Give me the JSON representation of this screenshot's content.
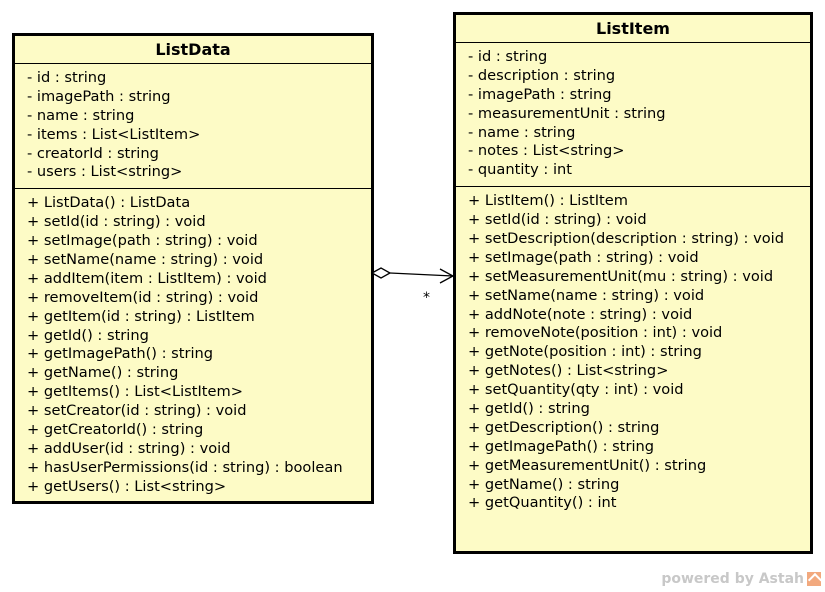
{
  "classes": {
    "listdata": {
      "name": "ListData",
      "attributes": [
        "- id : string",
        "- imagePath : string",
        "- name : string",
        "- items : List<ListItem>",
        "- creatorId : string",
        "- users : List<string>"
      ],
      "operations": [
        "+ ListData() : ListData",
        "+ setId(id : string) : void",
        "+ setImage(path : string) : void",
        "+ setName(name : string) : void",
        "+ addItem(item : ListItem) : void",
        "+ removeItem(id : string) : void",
        "+ getItem(id : string) : ListItem",
        "+ getId() : string",
        "+ getImagePath() : string",
        "+ getName() : string",
        "+ getItems() : List<ListItem>",
        "+ setCreator(id : string) : void",
        "+ getCreatorId() : string",
        "+ addUser(id : string) : void",
        "+ hasUserPermissions(id : string) : boolean",
        "+ getUsers() : List<string>"
      ]
    },
    "listitem": {
      "name": "ListItem",
      "attributes": [
        "- id : string",
        "- description : string",
        "- imagePath : string",
        "- measurementUnit : string",
        "- name : string",
        "- notes : List<string>",
        "- quantity : int"
      ],
      "operations": [
        "+ ListItem() : ListItem",
        "+ setId(id : string) : void",
        "+ setDescription(description : string) : void",
        "+ setImage(path : string) : void",
        "+ setMeasurementUnit(mu : string) : void",
        "+ setName(name : string) : void",
        "+ addNote(note : string) : void",
        "+ removeNote(position : int) : void",
        "+ getNote(position : int) : string",
        "+ getNotes() : List<string>",
        "+ setQuantity(qty : int) : void",
        "+ getId() : string",
        "+ getDescription() : string",
        "+ getImagePath() : string",
        "+ getMeasurementUnit() : string",
        "+ getName() : string",
        "+ getQuantity() : int"
      ]
    }
  },
  "association": {
    "type": "aggregation",
    "multiplicity": "*"
  },
  "footer": {
    "text": "powered by Astah",
    "logo_icon": "astah-logo-icon"
  }
}
